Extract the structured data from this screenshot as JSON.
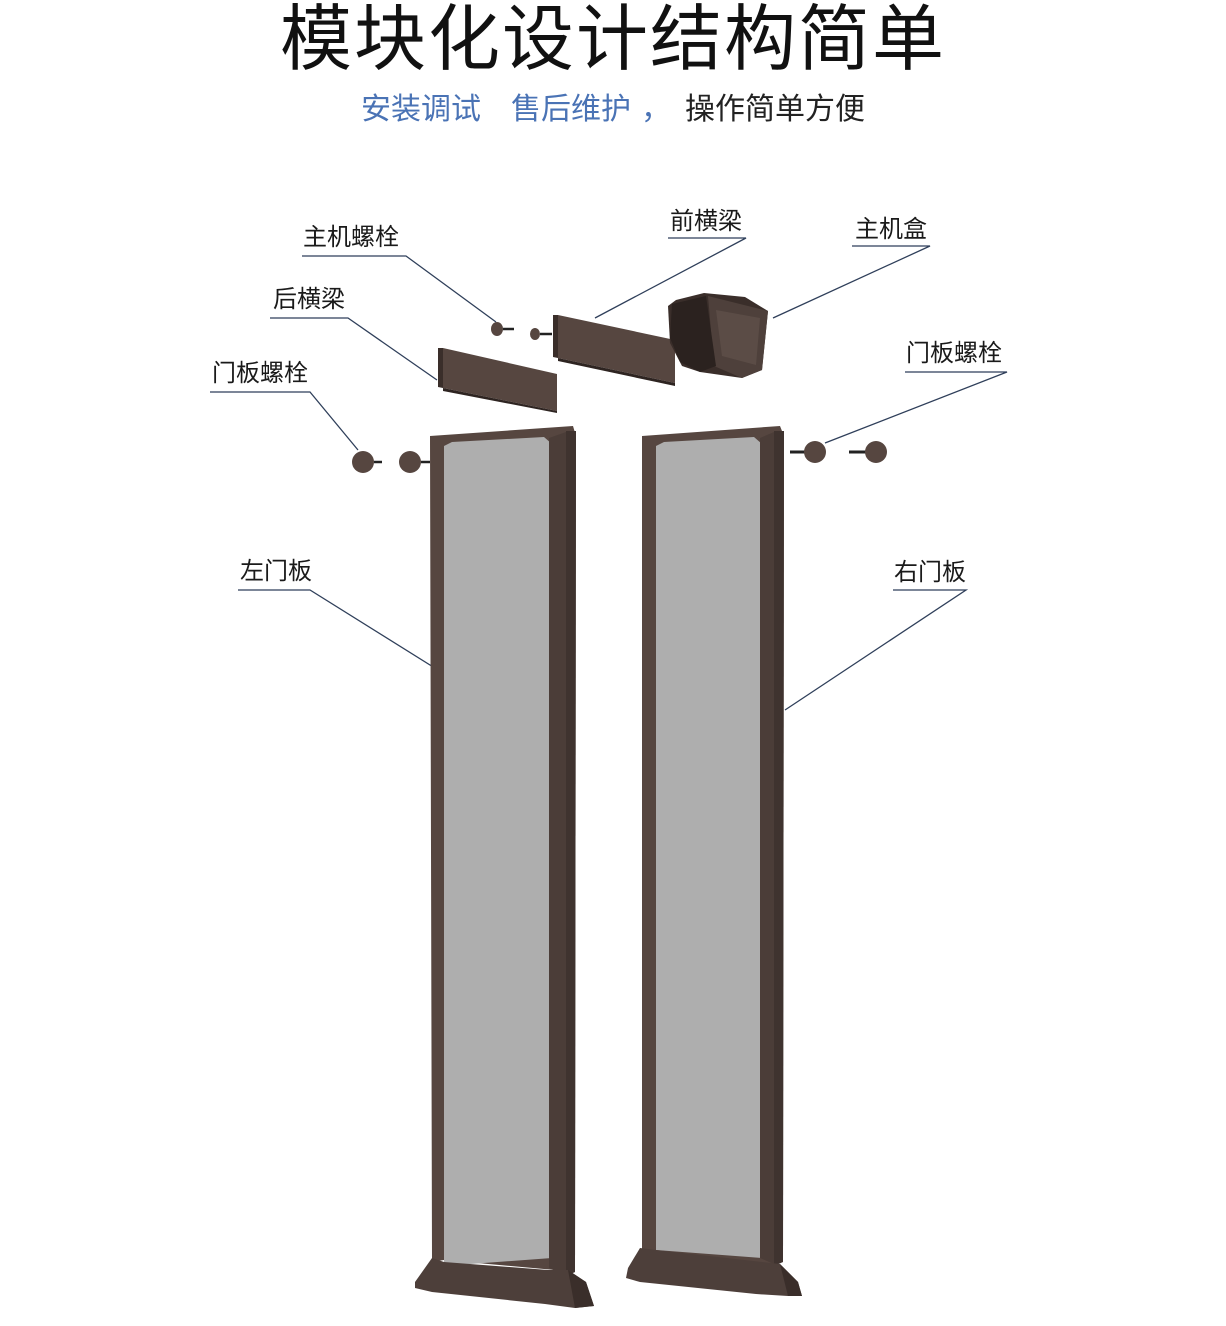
{
  "title": "模块化设计结构简单",
  "subtitle": {
    "part1": "安装调试",
    "part2": "售后维护",
    "comma": "，",
    "part3": "操作简单方便"
  },
  "labels": {
    "host_bolt": "主机螺栓",
    "front_beam": "前横梁",
    "host_box": "主机盒",
    "rear_beam": "后横梁",
    "door_bolt_left": "门板螺栓",
    "door_bolt_right": "门板螺栓",
    "left_panel": "左门板",
    "right_panel": "右门板"
  },
  "colors": {
    "frame": "#564640",
    "frame_dark": "#3a2e2a",
    "panel": "#aeaeae",
    "leader": "#2f3f5a",
    "accent_text": "#4a73b5"
  }
}
